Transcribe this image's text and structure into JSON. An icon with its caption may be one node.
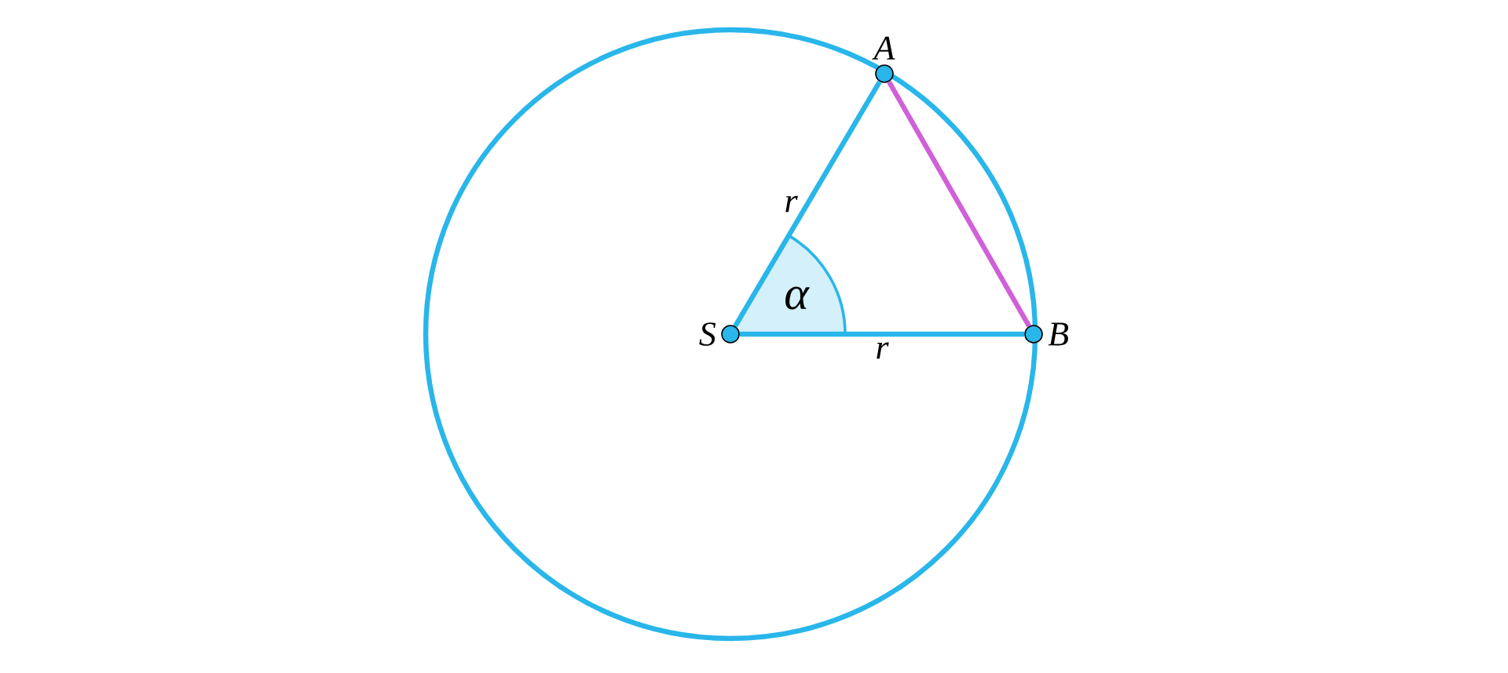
{
  "diagram": {
    "nodes": [
      {
        "text": [
          "S"
        ]
      },
      {
        "text": [
          "A"
        ]
      },
      {
        "text": [
          "B"
        ]
      }
    ],
    "edges": [
      {
        "from": 0,
        "to": 1,
        "arrow": "none",
        "label": "r"
      },
      {
        "from": 0,
        "to": 2,
        "arrow": "none",
        "label": "r"
      },
      {
        "from": 1,
        "to": 2,
        "arrow": "none",
        "color": "#d060d8"
      }
    ],
    "labels": [
      "α"
    ]
  }
}
